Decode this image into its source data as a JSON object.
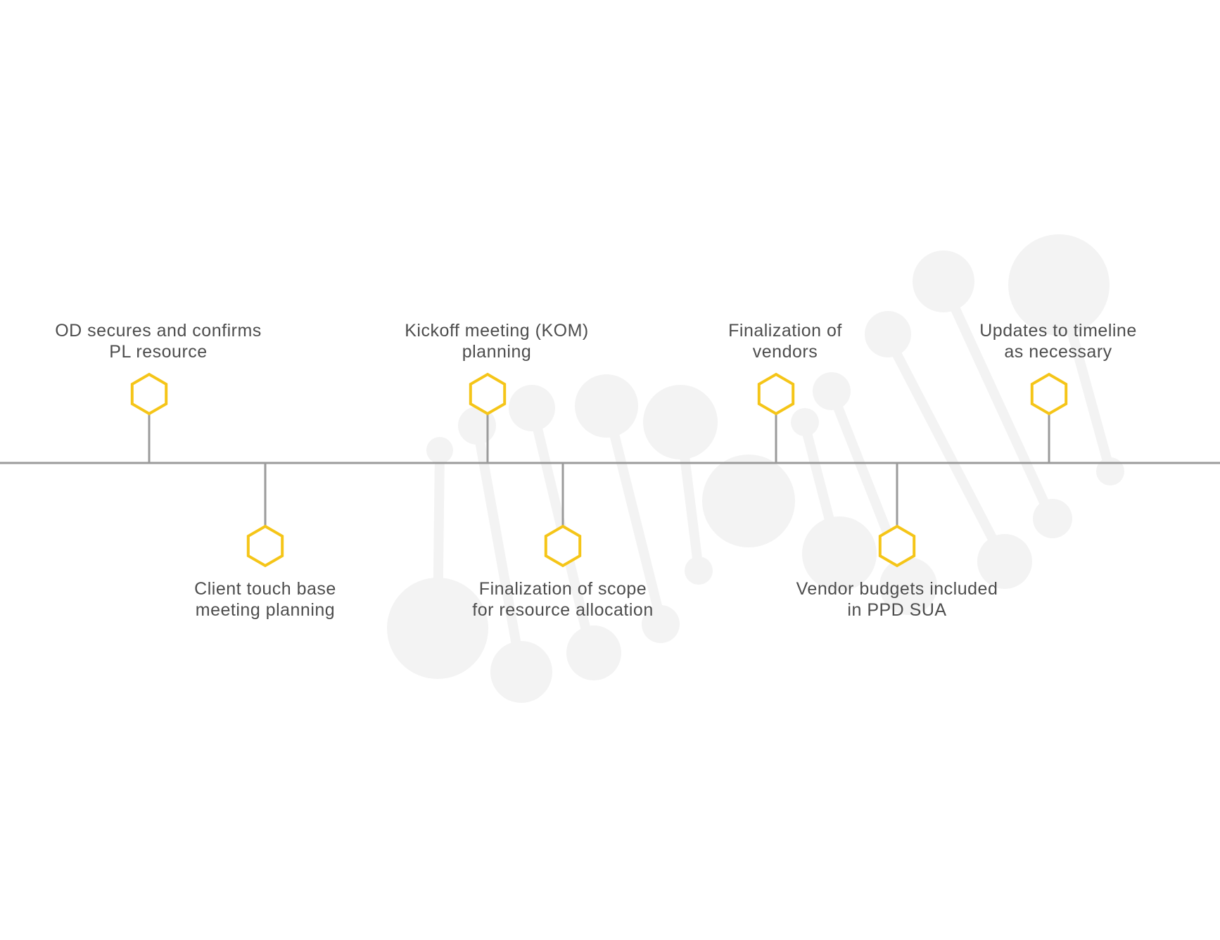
{
  "colors": {
    "background": "#ffffff",
    "axis": "#9b9b9b",
    "stem": "#9b9b9b",
    "hexagon": "#f5c518",
    "decoration": "#f3f3f3",
    "text": "#4d4d4d"
  },
  "milestones": [
    {
      "id": "m1",
      "side": "above",
      "lines": [
        "OD secures and confirms",
        "PL resource"
      ]
    },
    {
      "id": "m2",
      "side": "below",
      "lines": [
        "Client touch base",
        "meeting planning"
      ]
    },
    {
      "id": "m3",
      "side": "above",
      "lines": [
        "Kickoff meeting (KOM)",
        "planning"
      ]
    },
    {
      "id": "m4",
      "side": "below",
      "lines": [
        "Finalization of scope",
        "for resource allocation"
      ]
    },
    {
      "id": "m5",
      "side": "above",
      "lines": [
        "Finalization of",
        "vendors"
      ]
    },
    {
      "id": "m6",
      "side": "below",
      "lines": [
        "Vendor budgets included",
        "in PPD SUA"
      ]
    },
    {
      "id": "m7",
      "side": "above",
      "lines": [
        "Updates to timeline",
        "as necessary"
      ]
    }
  ],
  "decoration": {
    "type": "molecule-graphic",
    "icon": "molecule-background-icon"
  }
}
